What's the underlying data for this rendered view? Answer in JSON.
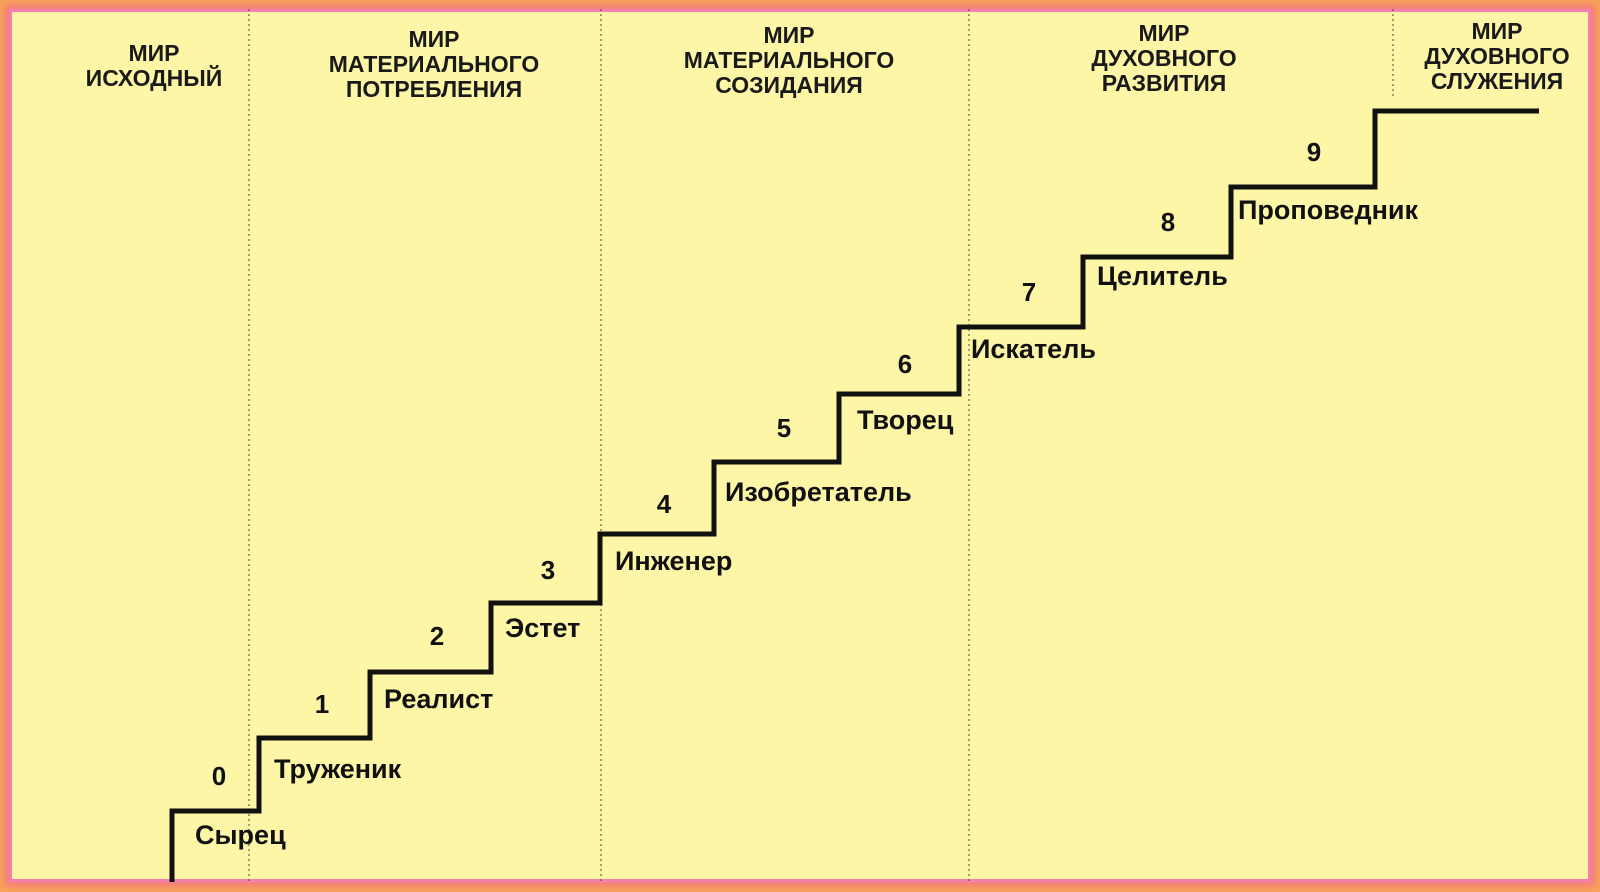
{
  "worlds": [
    {
      "title": "МИР\nИСХОДНЫЙ"
    },
    {
      "title": "МИР\nМАТЕРИАЛЬНОГО\nПОТРЕБЛЕНИЯ"
    },
    {
      "title": "МИР\nМАТЕРИАЛЬНОГО\nСОЗИДАНИЯ"
    },
    {
      "title": "МИР\nДУХОВНОГО\nРАЗВИТИЯ"
    },
    {
      "title": "МИР\nДУХОВНОГО\nСЛУЖЕНИЯ"
    }
  ],
  "steps": [
    {
      "num": "0",
      "name": "Сырец"
    },
    {
      "num": "1",
      "name": "Труженик"
    },
    {
      "num": "2",
      "name": "Реалист"
    },
    {
      "num": "3",
      "name": "Эстет"
    },
    {
      "num": "4",
      "name": "Инженер"
    },
    {
      "num": "5",
      "name": "Изобретатель"
    },
    {
      "num": "6",
      "name": "Творец"
    },
    {
      "num": "7",
      "name": "Искатель"
    },
    {
      "num": "8",
      "name": "Целитель"
    },
    {
      "num": "9",
      "name": "Проповедник"
    }
  ],
  "colors": {
    "background": "#fdf6a6",
    "border_outer": "#f8a35a",
    "border_glow": "#f47fb0",
    "line": "#111111"
  }
}
